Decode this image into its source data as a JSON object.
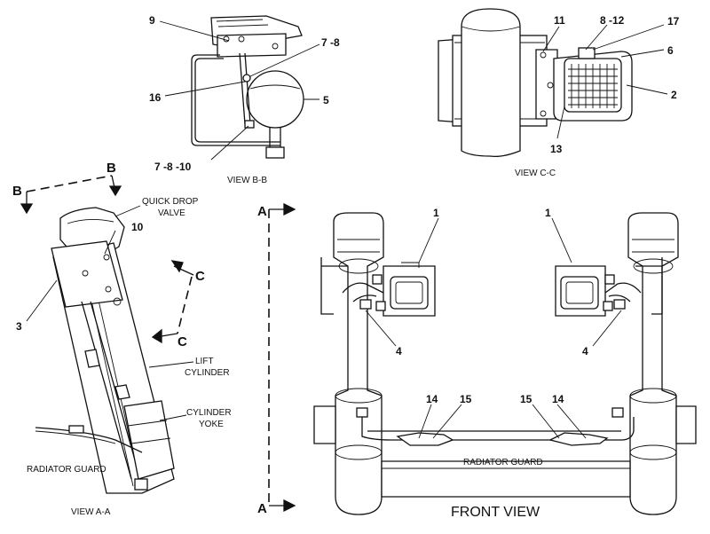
{
  "views": {
    "view_bb": "VIEW B-B",
    "view_cc": "VIEW C-C",
    "view_aa": "VIEW A-A",
    "front_view": "FRONT VIEW"
  },
  "labels": {
    "quick_drop_valve_line1": "QUICK DROP",
    "quick_drop_valve_line2": "VALVE",
    "lift_cylinder_line1": "LIFT",
    "lift_cylinder_line2": "CYLINDER",
    "cylinder_yoke_line1": "CYLINDER",
    "cylinder_yoke_line2": "YOKE",
    "radiator_guard_a": "RADIATOR GUARD",
    "radiator_guard_front": "RADIATOR GUARD"
  },
  "section_markers": {
    "b_left": "B",
    "b_right": "B",
    "c_top": "C",
    "c_bottom": "C",
    "a_top": "A",
    "a_bottom": "A"
  },
  "callouts": {
    "bb_9": "9",
    "bb_7_8": "7 -8",
    "bb_16": "16",
    "bb_5": "5",
    "bb_7_8_10": "7 -8 -10",
    "cc_11": "11",
    "cc_8_12": "8 -12",
    "cc_17": "17",
    "cc_6": "6",
    "cc_2": "2",
    "cc_13": "13",
    "aa_10": "10",
    "aa_3": "3",
    "fv_1_left": "1",
    "fv_1_right": "1",
    "fv_4_left": "4",
    "fv_4_right": "4",
    "fv_14_left": "14",
    "fv_15_left": "15",
    "fv_15_right": "15",
    "fv_14_right": "14"
  }
}
